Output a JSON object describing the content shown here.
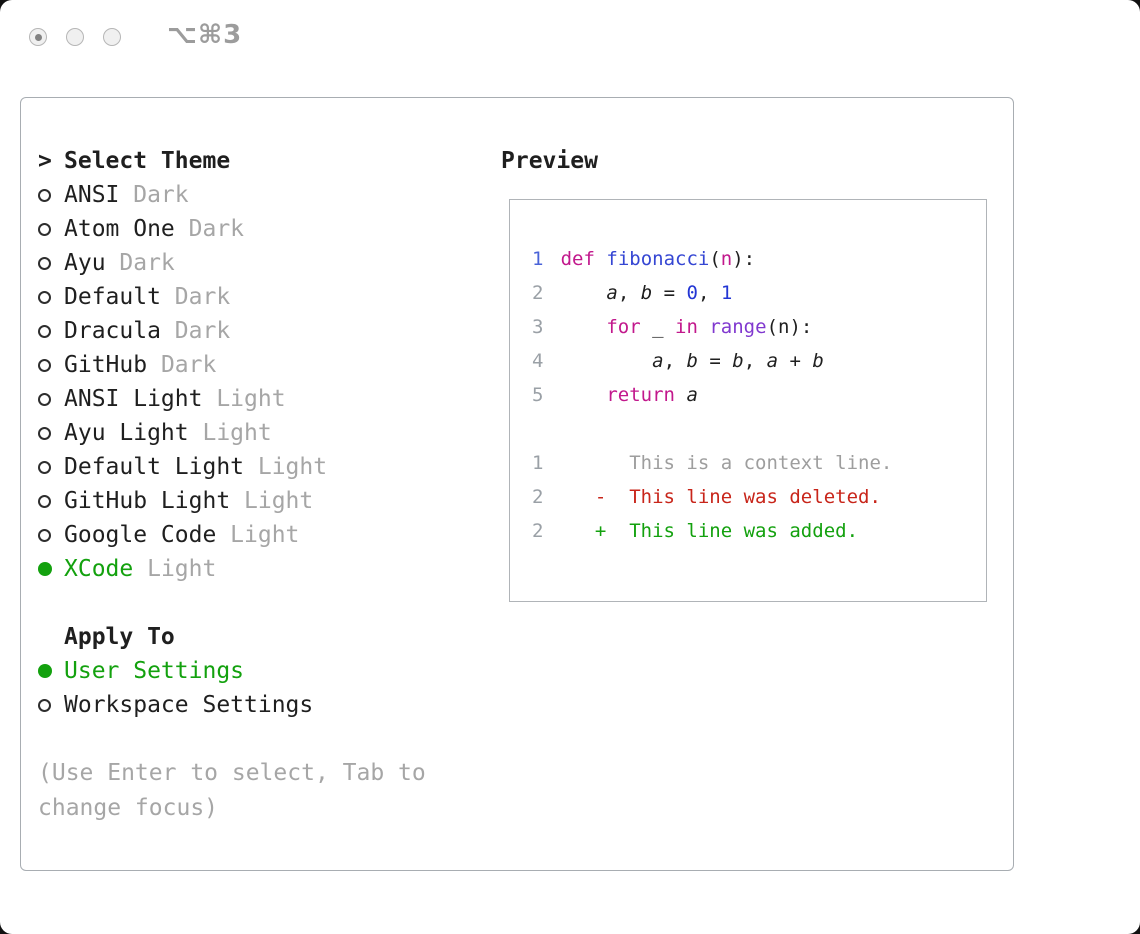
{
  "window": {
    "shortcut_label": "⌥⌘3"
  },
  "selector": {
    "title_marker": ">",
    "title": "Select Theme",
    "themes": [
      {
        "name": "ANSI",
        "variant": "Dark",
        "selected": false
      },
      {
        "name": "Atom One",
        "variant": "Dark",
        "selected": false
      },
      {
        "name": "Ayu",
        "variant": "Dark",
        "selected": false
      },
      {
        "name": "Default",
        "variant": "Dark",
        "selected": false
      },
      {
        "name": "Dracula",
        "variant": "Dark",
        "selected": false
      },
      {
        "name": "GitHub",
        "variant": "Dark",
        "selected": false
      },
      {
        "name": "ANSI Light",
        "variant": "Light",
        "selected": false
      },
      {
        "name": "Ayu Light",
        "variant": "Light",
        "selected": false
      },
      {
        "name": "Default Light",
        "variant": "Light",
        "selected": false
      },
      {
        "name": "GitHub Light",
        "variant": "Light",
        "selected": false
      },
      {
        "name": "Google Code",
        "variant": "Light",
        "selected": false
      },
      {
        "name": "XCode",
        "variant": "Light",
        "selected": true
      }
    ],
    "apply_to_title": "Apply To",
    "apply_options": [
      {
        "label": "User Settings",
        "selected": true
      },
      {
        "label": "Workspace Settings",
        "selected": false
      }
    ],
    "hint": "(Use Enter to select, Tab to change focus)"
  },
  "preview": {
    "title": "Preview",
    "code_lines": [
      {
        "num": "1",
        "num_color": "lineNumberActive",
        "tokens": [
          {
            "text": "def",
            "color": "keyword"
          },
          {
            "text": " ",
            "color": "plain"
          },
          {
            "text": "fibonacci",
            "color": "function"
          },
          {
            "text": "(",
            "color": "plain"
          },
          {
            "text": "n",
            "color": "keyword"
          },
          {
            "text": "):",
            "color": "plain"
          }
        ]
      },
      {
        "num": "2",
        "num_color": "lineNumber",
        "tokens": [
          {
            "text": "    ",
            "color": "plain"
          },
          {
            "text": "a",
            "color": "variable",
            "italic": true
          },
          {
            "text": ", ",
            "color": "plain"
          },
          {
            "text": "b",
            "color": "variable",
            "italic": true
          },
          {
            "text": " = ",
            "color": "plain"
          },
          {
            "text": "0",
            "color": "number"
          },
          {
            "text": ", ",
            "color": "plain"
          },
          {
            "text": "1",
            "color": "number"
          }
        ]
      },
      {
        "num": "3",
        "num_color": "lineNumber",
        "tokens": [
          {
            "text": "    ",
            "color": "plain"
          },
          {
            "text": "for",
            "color": "keyword"
          },
          {
            "text": " _ ",
            "color": "plain"
          },
          {
            "text": "in",
            "color": "keyword"
          },
          {
            "text": " ",
            "color": "plain"
          },
          {
            "text": "range",
            "color": "call"
          },
          {
            "text": "(n):",
            "color": "plain"
          }
        ]
      },
      {
        "num": "4",
        "num_color": "lineNumber",
        "tokens": [
          {
            "text": "        ",
            "color": "plain"
          },
          {
            "text": "a",
            "color": "variable",
            "italic": true
          },
          {
            "text": ", ",
            "color": "plain"
          },
          {
            "text": "b",
            "color": "variable",
            "italic": true
          },
          {
            "text": " = ",
            "color": "plain"
          },
          {
            "text": "b",
            "color": "variable",
            "italic": true
          },
          {
            "text": ", ",
            "color": "plain"
          },
          {
            "text": "a",
            "color": "variable",
            "italic": true
          },
          {
            "text": " + ",
            "color": "plain"
          },
          {
            "text": "b",
            "color": "variable",
            "italic": true
          }
        ]
      },
      {
        "num": "5",
        "num_color": "lineNumber",
        "tokens": [
          {
            "text": "    ",
            "color": "plain"
          },
          {
            "text": "return",
            "color": "keyword"
          },
          {
            "text": " ",
            "color": "plain"
          },
          {
            "text": "a",
            "color": "variable",
            "italic": true
          }
        ]
      }
    ],
    "diff_lines": [
      {
        "num": "1",
        "num_color": "lineNumber",
        "tokens": [
          {
            "text": "      This is a context line.",
            "color": "context"
          }
        ]
      },
      {
        "num": "2",
        "num_color": "lineNumber",
        "tokens": [
          {
            "text": "   -  This line was deleted.",
            "color": "deleted"
          }
        ]
      },
      {
        "num": "2",
        "num_color": "lineNumber",
        "tokens": [
          {
            "text": "   +  This line was added.",
            "color": "added"
          }
        ]
      }
    ]
  },
  "colors": {
    "text": "#1f1f1f",
    "muted": "#a6a6a6",
    "green": "#13a10e",
    "keyword": "#c2188c",
    "function": "#3546d3",
    "number": "#2336d4",
    "call": "#8038cf",
    "variable": "#1f1f1f",
    "plain": "#1f1f1f",
    "context": "#9e9e9e",
    "deleted": "#c8251a",
    "added": "#13a10e",
    "lineNumber": "#9aa0a6",
    "lineNumberActive": "#4a63d8"
  }
}
